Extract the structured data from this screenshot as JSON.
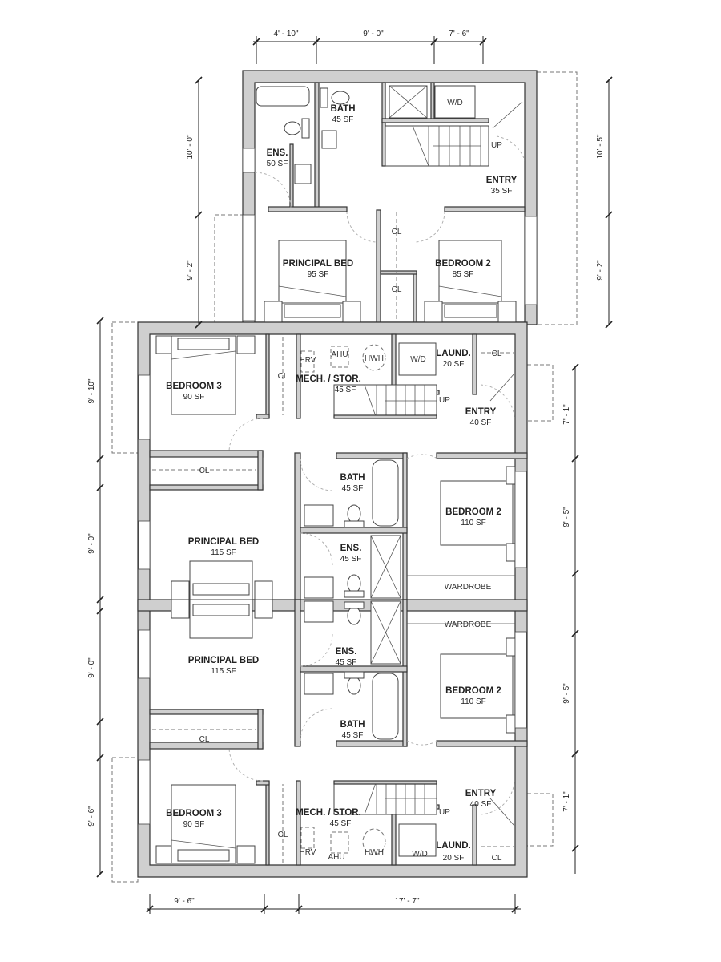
{
  "dimensions": {
    "top": [
      "4' - 10\"",
      "9' - 0\"",
      "7' - 6\""
    ],
    "bottom": [
      "9' - 6\"",
      "17' - 7\""
    ],
    "left": [
      "10' - 0\"",
      "9' - 2\"",
      "9' - 10\"",
      "9' - 0\"",
      "9' - 0\"",
      "9' - 6\""
    ],
    "right": [
      "10' - 5\"",
      "9' - 2\"",
      "7' - 1\"",
      "9' - 5\"",
      "9' - 5\"",
      "7' - 1\""
    ]
  },
  "upper_unit": {
    "bath": {
      "name": "BATH",
      "area": "45 SF"
    },
    "ensuite": {
      "name": "ENS.",
      "area": "50 SF"
    },
    "entry": {
      "name": "ENTRY",
      "area": "35 SF"
    },
    "principal_bed": {
      "name": "PRINCIPAL BED",
      "area": "95 SF"
    },
    "bedroom2": {
      "name": "BEDROOM 2",
      "area": "85 SF"
    },
    "closet_label": "CL",
    "washer_dryer": "W/D",
    "stair_up": "UP"
  },
  "middle_unit": {
    "bedroom3": {
      "name": "BEDROOM 3",
      "area": "90 SF"
    },
    "mech": {
      "name": "MECH. / STOR.",
      "area": "45 SF"
    },
    "laundry": {
      "name": "LAUND.",
      "area": "20 SF"
    },
    "entry": {
      "name": "ENTRY",
      "area": "40 SF"
    },
    "bath": {
      "name": "BATH",
      "area": "45 SF"
    },
    "ensuite": {
      "name": "ENS.",
      "area": "45 SF"
    },
    "bedroom2": {
      "name": "BEDROOM 2",
      "area": "110 SF"
    },
    "principal_bed": {
      "name": "PRINCIPAL BED",
      "area": "115 SF"
    },
    "wardrobe": "WARDROBE",
    "closet_label": "CL",
    "hrv": "HRV",
    "ahu": "AHU",
    "hwh": "HWH",
    "washer_dryer": "W/D",
    "stair_up": "UP"
  },
  "lower_unit": {
    "bedroom3": {
      "name": "BEDROOM 3",
      "area": "90 SF"
    },
    "mech": {
      "name": "MECH. / STOR.",
      "area": "45 SF"
    },
    "laundry": {
      "name": "LAUND.",
      "area": "20 SF"
    },
    "entry": {
      "name": "ENTRY",
      "area": "40 SF"
    },
    "bath": {
      "name": "BATH",
      "area": "45 SF"
    },
    "ensuite": {
      "name": "ENS.",
      "area": "45 SF"
    },
    "bedroom2": {
      "name": "BEDROOM 2",
      "area": "110 SF"
    },
    "principal_bed": {
      "name": "PRINCIPAL BED",
      "area": "115 SF"
    },
    "wardrobe": "WARDROBE",
    "closet_label": "CL",
    "hrv": "HRV",
    "ahu": "AHU",
    "hwh": "HWH",
    "washer_dryer": "W/D",
    "stair_up": "UP"
  }
}
